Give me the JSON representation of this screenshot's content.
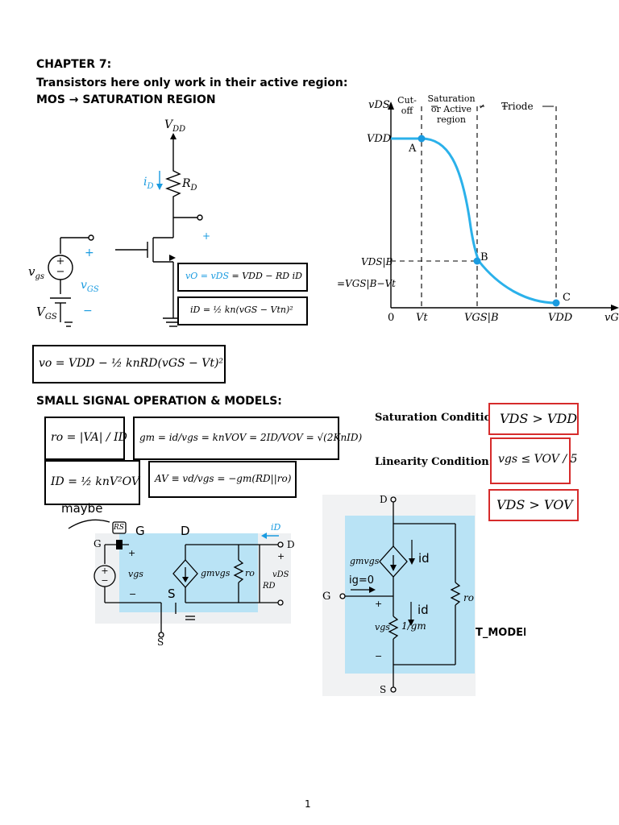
{
  "header": {
    "chapter": "CHAPTER 7:",
    "subtitle": "Transistors here only work in their active region:",
    "mos": "MOS → SATURATION REGION"
  },
  "circuit": {
    "vdd": "V",
    "vdd_sub": "DD",
    "id_label": "i",
    "id_sub": "D",
    "rd_label": "R",
    "rd_sub": "D",
    "plus": "+",
    "minus": "−",
    "vgs": "v",
    "vgs_sub": "gs",
    "vgs_big": "v",
    "vgs_big_sub": "GS",
    "VGS": "V",
    "VGS_sub": "GS"
  },
  "boxes": {
    "vo_eq_lhs": "vO = vDS",
    "vo_eq_rhs": "= VDD − RD iD",
    "id_eq": "iD = ½ kn(vGS − Vtn)²",
    "vo_big": "vo = VDD − ½ knRD(vGS − Vt)²"
  },
  "transfer_chart": {
    "y_label": "vDS",
    "x_label": "vGS",
    "regions": [
      "Cut-off",
      "Saturation or Active region",
      "Triode"
    ],
    "points": [
      "A",
      "B",
      "C"
    ],
    "y_ticks": [
      "VDD",
      "VDS|B",
      "=VGS|B−Vt"
    ],
    "x_ticks": [
      "0",
      "Vt",
      "VGS|B",
      "VDD"
    ]
  },
  "section2": {
    "title": "SMALL SIGNAL OPERATION & MODELS:"
  },
  "formulas": {
    "ro": "ro = |VA| / ID",
    "gm": "gm = id/vgs = knVOV = 2ID/VOV = √(2KnID)",
    "id": "ID = ½ knV²OV",
    "av": "AV ≡ vd/vgs = −gm(RD||ro)"
  },
  "conditions": {
    "saturation_label": "Saturation Condition:",
    "saturation_value": "VDS > VDD",
    "linearity_label": "Linearity Condition:",
    "linearity_value": "vgs ≤ VOV / 5",
    "extra_value": "VDS > VOV"
  },
  "pi_model": {
    "maybe": "maybe",
    "rs": "RS",
    "g": "G",
    "d": "D",
    "s": "S",
    "id": "iD",
    "vgs": "vgs",
    "gm_vgs": "gmvgs",
    "ro": "ro",
    "vds": "vDS",
    "rd": "RD"
  },
  "t_model": {
    "d": "D",
    "g": "G",
    "s": "S",
    "gm_vgs": "gmvgs",
    "id": "id",
    "ig": "ig=0",
    "id2": "id",
    "vgs": "vgs",
    "inv_gm": "1/gm",
    "ro": "ro",
    "caption": "T_MODEL"
  },
  "footer": {
    "page": "1"
  },
  "colors": {
    "accent": "#1a9be0",
    "red": "#d62b2b",
    "model_bg": "#b9e3f5"
  }
}
